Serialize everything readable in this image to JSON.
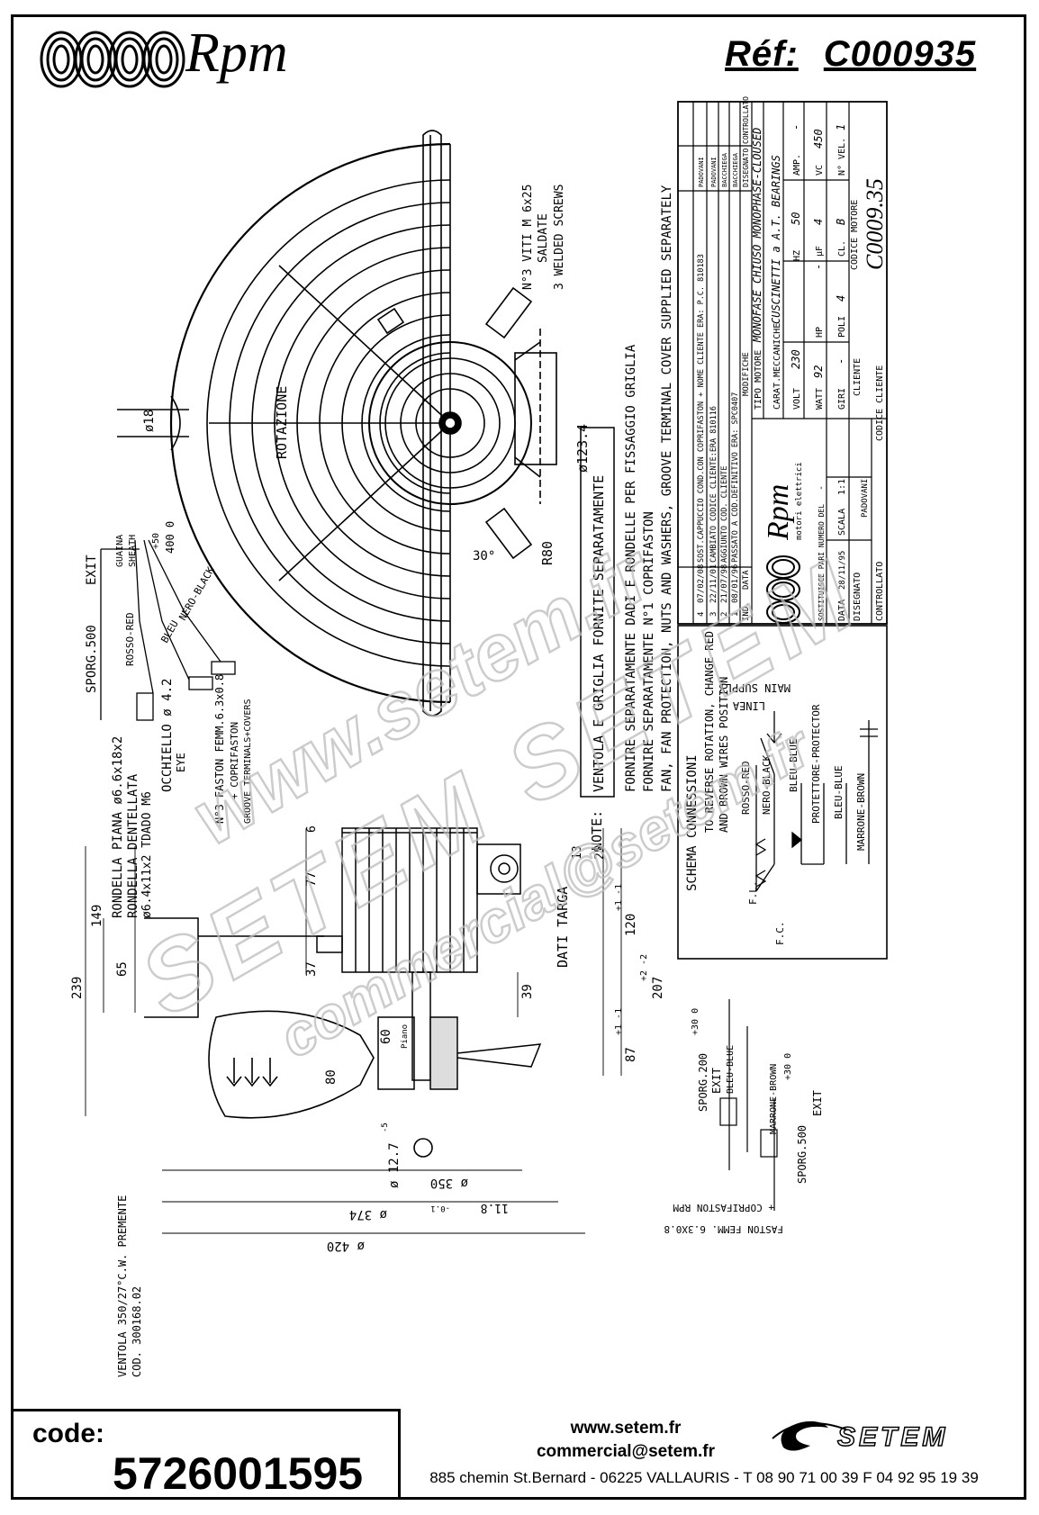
{
  "header": {
    "brand": "Rpm",
    "ref_label": "Réf:",
    "ref_value": "C000935"
  },
  "drawing": {
    "front_view": {
      "rotation_label": "ROTAZIONE",
      "dia_123": "ø123.4",
      "r80": "R80",
      "angle": "30°",
      "dia_18": "ø18",
      "screws_it": "N°3 VITI M 6x25",
      "screws_it2": "SALDATE",
      "screws_en": "3 WELDED SCREWS"
    },
    "leads": {
      "sporg500": "SPORG.500",
      "exit": "EXIT",
      "guaina": "GUAINA",
      "sheath": "SHEATH",
      "tol_top": "+50",
      "tol_val": "400 0",
      "rosso": "ROSSO-RED",
      "bleu": "BLEU",
      "nero": "NERO-BLACK",
      "occhiello": "OCCHIELLO ø 4.2",
      "eye": "EYE",
      "faston": "N°3 FASTON FEMM.6.3x0.8",
      "copri": "+ COPRIFASTON",
      "groove": "GROOVE TERMINALS+COVERS"
    },
    "notes": {
      "label": "NOTE:",
      "line1": "VENTOLA E GRIGLIA FORNITE SEPARATAMENTE",
      "line2": "FORNIRE SEPARATAMENTE DADI E RONDELLE PER FISSAGGIO GRIGLIA",
      "line3": "FORNIRE SEPARATAMENTE N°1 COPRIFASTON",
      "line4": "FAN, FAN PROTECTION, NUTS AND WASHERS, GROOVE TERMINAL COVER SUPPLIED SEPARATELY"
    },
    "side_view": {
      "rondella_piana": "RONDELLA PIANA ø6.6x18x2",
      "rondella_dent": "RONDELLA DENTELLATA",
      "rondella_spec": "ø6.4x11x2 TDADO M6",
      "d149": "149",
      "d239": "239",
      "d65": "65",
      "d37": "37",
      "d77": "77",
      "d6": "6",
      "d13": "13",
      "d25": "25",
      "d120": "120",
      "d120_tol": "+1 -1",
      "d207": "207",
      "d207_tol": "+2 -2",
      "d87": "87",
      "d87_tol": "+1 -1",
      "d39": "39",
      "d60": "60",
      "d80": "80",
      "piano": "Piano",
      "dati_targa": "DATI TARGA",
      "shaft_dia": "ø 12.7",
      "shaft_tol": "-5",
      "shaft_flat": "11.8",
      "shaft_flat_tol": "-0.1",
      "dia_350": "ø 350",
      "dia_374": "ø 374",
      "dia_420": "ø 420",
      "ventola": "VENTOLA 350/27°C.W. PREMENTE",
      "ventola_cod": "COD. 300168.02"
    },
    "schema": {
      "title": "SCHEMA CONNESSIONI",
      "note1": "TO REVERSE ROTATION, CHANGE RED",
      "note2": "AND BROWN WIRES POSITION",
      "rosso": "ROSSO-RED",
      "nero": "NERO-BLACK",
      "bleu": "BLEU-BLUE",
      "protettore": "PROTETTORE-PROTECTOR",
      "bleu2": "BLEU-BLUE",
      "marrone": "MARRONE-BROWN",
      "linea": "LINEA",
      "main_supply": "MAIN SUPPLY",
      "fl": "F.L.",
      "fc": "F.C."
    },
    "cap_leads": {
      "sporg200": "SPORG.200",
      "sporg200_tol": "+30 0",
      "exit1": "EXIT",
      "bleu": "BLEU-BLUE",
      "marrone": "MARRONE-BROWN",
      "sporg500": "SPORG.500",
      "sporg500_tol": "+30 0",
      "exit2": "EXIT",
      "copri": "+ COPRIFASTON RPM",
      "faston": "FASTON FEMM. 6.3X0.8"
    },
    "titleblock": {
      "revisions": [
        {
          "n": "4",
          "date": "07/02/08",
          "desc": "SOST.CAPPUCCIO COND.CON COPRIFASTON + NOME CLIENTE ERA: P.C. 810183",
          "dis": "PADOVANI"
        },
        {
          "n": "3",
          "date": "22/11/01",
          "desc": "CAMBIATO CODICE CLIENTE:ERA 810116",
          "dis": "PADOVANI"
        },
        {
          "n": "2",
          "date": "21/07/98",
          "desc": "AGGIUNTO COD. CLIENTE",
          "dis": "BACCHIEGA"
        },
        {
          "n": "1",
          "date": "08/01/96",
          "desc": "PASSATO A COD.DEFINITIVO ERA: SPC0407",
          "dis": "BACCHIEGA"
        }
      ],
      "hdr_ind": "IND.",
      "hdr_data": "DATA",
      "hdr_mod": "MODIFICHE",
      "hdr_dis": "DISEGNATO",
      "hdr_ctrl": "CONTROLLATO",
      "tipo_label": "TIPO MOTORE",
      "tipo_value": "MONOFASE CHIUSO   MONOPHASE-CLOUSED",
      "carat_label": "CARAT.MECCANICHE",
      "carat_value": "CUSCINETTI a A.T.   BEARINGS",
      "volt_label": "VOLT",
      "volt": "230",
      "hz_label": "HZ",
      "hz": "50",
      "amp_label": "AMP.",
      "amp": "-",
      "watt_label": "WATT",
      "watt": "92",
      "hp_label": "HP",
      "hp": "-",
      "uf_label": "µF",
      "uf": "4",
      "vc_label": "VC",
      "vc": "450",
      "giri_label": "GIRI",
      "giri": "-",
      "poli_label": "POLI",
      "poli": "4",
      "cl_label": "CL.",
      "cl": "B",
      "vel_label": "N° VEL.",
      "vel": "1",
      "brand": "Rpm",
      "brand_sub": "motori elettrici",
      "sost_label": "SOSTITUISCE PARI NUMERO DEL",
      "sost": "-",
      "data_label": "DATA",
      "data": "28/11/95",
      "scala_label": "SCALA",
      "scala": "1:1",
      "dis_label": "DISEGNATO",
      "dis": "PADOVANI",
      "ctrl_label": "CONTROLLATO",
      "cliente_label": "CLIENTE",
      "cod_cliente_label": "CODICE CLIENTE",
      "cod_motore_label": "CODICE MOTORE",
      "cod_motore": "C0009.35"
    }
  },
  "watermark": {
    "line1": "www.setem.fr",
    "line2": "SETEM SETEM",
    "line3": "commercial@setem.fr"
  },
  "footer": {
    "code_label": "code:",
    "code_value": "5726001595",
    "web": "www.setem.fr",
    "email": "commercial@setem.fr",
    "address": "885 chemin St.Bernard  -  06225 VALLAURIS  -  T 08 90 71 00 39  F 04 92 95 19 39",
    "setem": "SETEM"
  }
}
